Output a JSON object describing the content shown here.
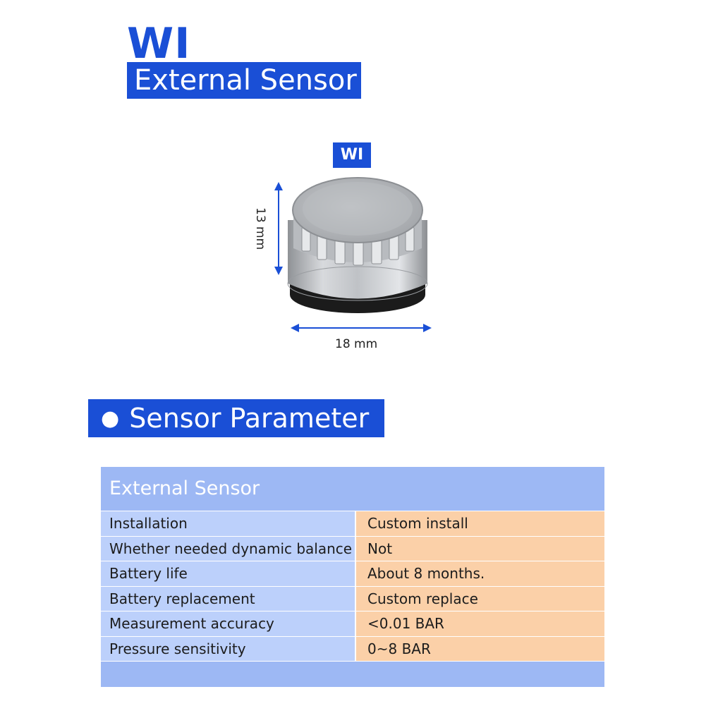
{
  "brand": "WI",
  "title": "External Sensor",
  "product": {
    "badge": "WI",
    "height_label": "13 mm",
    "width_label": "18 mm"
  },
  "section_heading": "Sensor Parameter",
  "table": {
    "header": "External Sensor",
    "rows": [
      {
        "key": "Installation",
        "value": "Custom install"
      },
      {
        "key": "Whether needed dynamic balance",
        "value": "Not"
      },
      {
        "key": "Battery life",
        "value": "About 8 months."
      },
      {
        "key": "Battery replacement",
        "value": "Custom replace"
      },
      {
        "key": "Measurement accuracy",
        "value": "<0.01 BAR"
      },
      {
        "key": "Pressure sensitivity",
        "value": "0~8 BAR"
      }
    ]
  },
  "colors": {
    "accent": "#1a4fd6",
    "table_header": "#9db8f4",
    "key_cell": "#bcd0fb",
    "value_cell": "#fbd0a8"
  }
}
